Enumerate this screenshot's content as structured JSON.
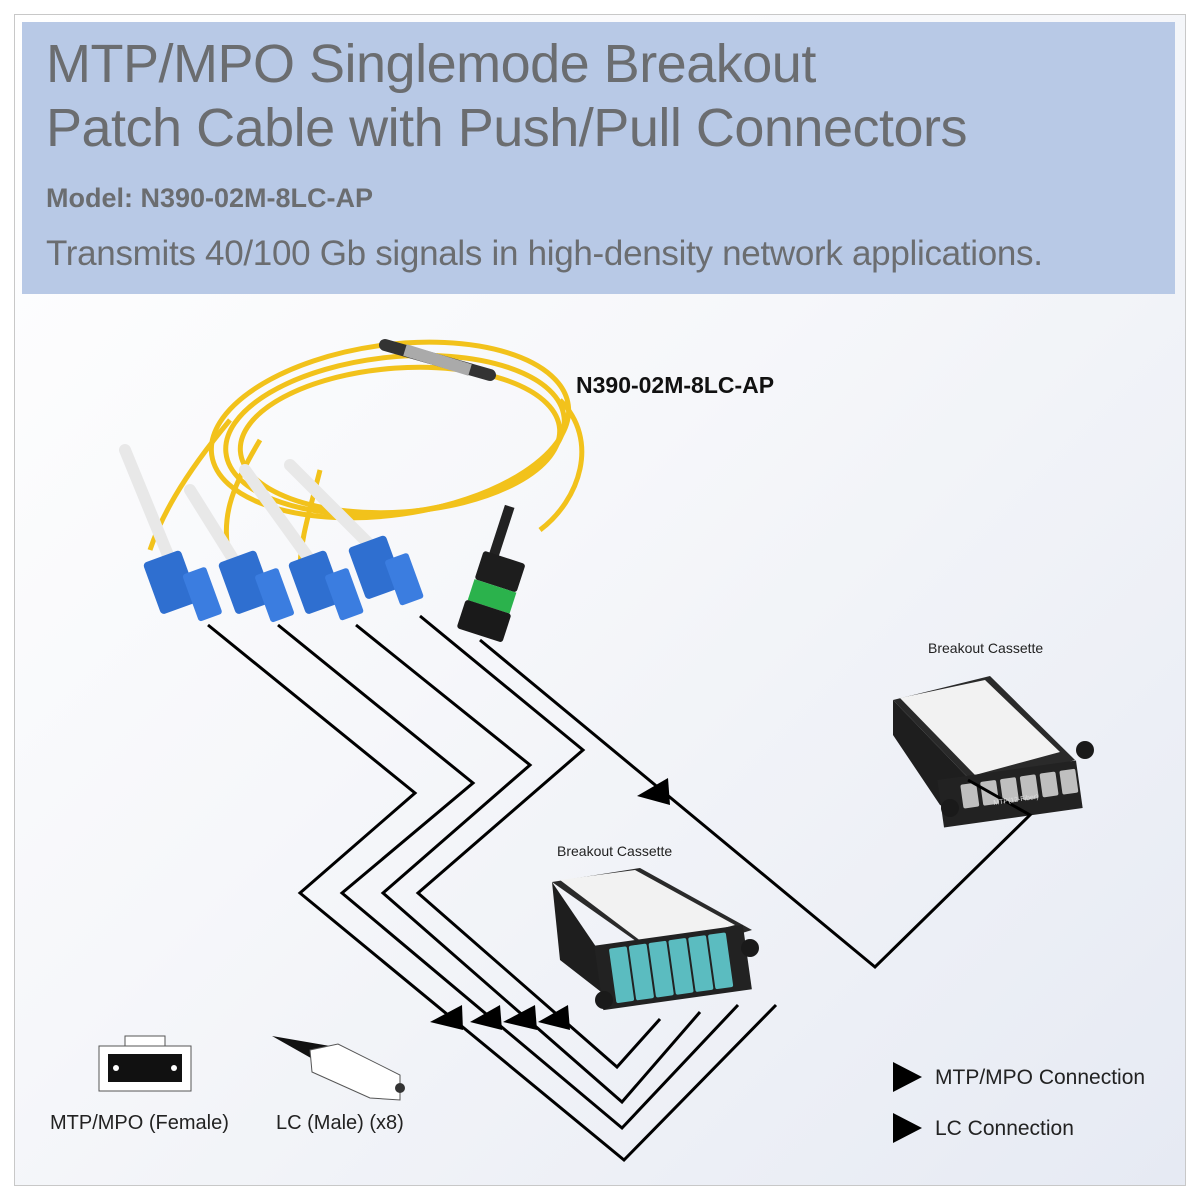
{
  "header": {
    "title_line1": "MTP/MPO Singlemode Breakout",
    "title_line2": "Patch Cable with Push/Pull Connectors",
    "model": "Model: N390-02M-8LC-AP",
    "tagline": "Transmits 40/100 Gb signals in high-density network applications."
  },
  "product": {
    "label": "N390-02M-8LC-AP",
    "cable_color": "#f2c21b",
    "lc_connector_color": "#2f6fd0",
    "mtp_connector_color": "#2bb24c"
  },
  "cassettes": [
    {
      "label": "Breakout Cassette",
      "port_type": "MTP",
      "port_color": "#bfbfbf",
      "ports_label": "MTP(12-Fiber)"
    },
    {
      "label": "Breakout Cassette",
      "port_type": "LC",
      "port_color": "#5bbcc0"
    }
  ],
  "connector_types": [
    {
      "label": "MTP/MPO (Female)",
      "icon": "mtp-female-icon"
    },
    {
      "label": "LC (Male) (x8)",
      "icon": "lc-male-icon"
    }
  ],
  "legend": [
    {
      "label": "MTP/MPO Connection",
      "icon": "triangle-arrow-icon"
    },
    {
      "label": "LC Connection",
      "icon": "triangle-arrow-icon"
    }
  ],
  "colors": {
    "banner": "#b8c9e6",
    "title_text": "#6b6d70",
    "line": "#000000"
  }
}
